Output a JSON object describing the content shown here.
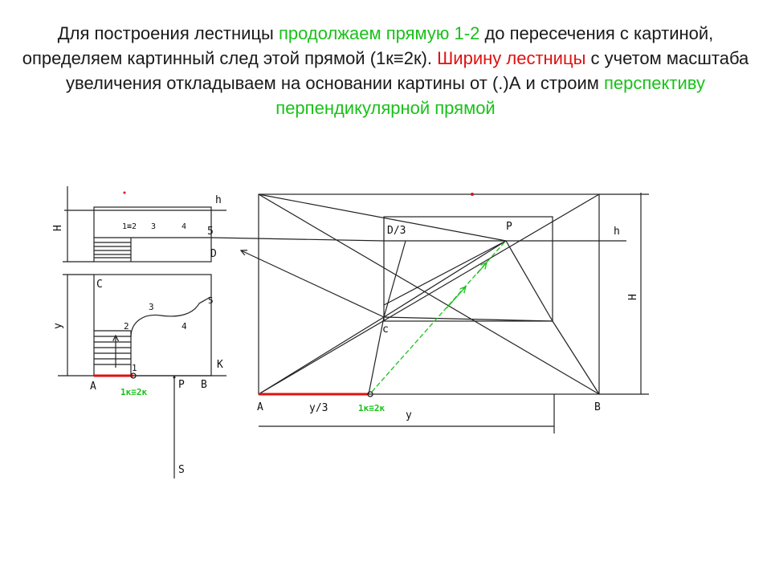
{
  "slide": {
    "title_parts": [
      {
        "text": "Для построения лестницы ",
        "color": "default"
      },
      {
        "text": "продолжаем прямую 1-2",
        "color": "green"
      },
      {
        "text": " до пересечения с картиной, определяем картинный след этой прямой (1к≡2к). ",
        "color": "default"
      },
      {
        "text": "Ширину лестницы",
        "color": "red"
      },
      {
        "text": " с учетом масштаба увеличения откладываем на основании картины от (.)А и строим ",
        "color": "default"
      },
      {
        "text": "перспективу перпендикулярной прямой",
        "color": "green"
      }
    ]
  },
  "colors": {
    "text": "#1a1a1a",
    "green": "#19c119",
    "red": "#e01010",
    "line": "#222222"
  },
  "plan": {
    "h": "h",
    "H": "H",
    "y": "y",
    "pt_12": "1≡2",
    "pt_3_top": "3",
    "pt_4_top": "4",
    "pt_5_top": "5",
    "D": "D",
    "C": "C",
    "pt_3": "3",
    "pt_5": "5",
    "pt_2": "2",
    "pt_4": "4",
    "pt_1": "1",
    "K": "K",
    "A": "A",
    "trace": "1к≡2к",
    "P": "P",
    "B": "B",
    "S": "S"
  },
  "perspective": {
    "D3": "D/3",
    "P": "P",
    "h": "h",
    "H": "H",
    "c": "c",
    "A": "A",
    "y3": "y/3",
    "trace": "1к≡2к",
    "y": "y",
    "B": "B"
  }
}
